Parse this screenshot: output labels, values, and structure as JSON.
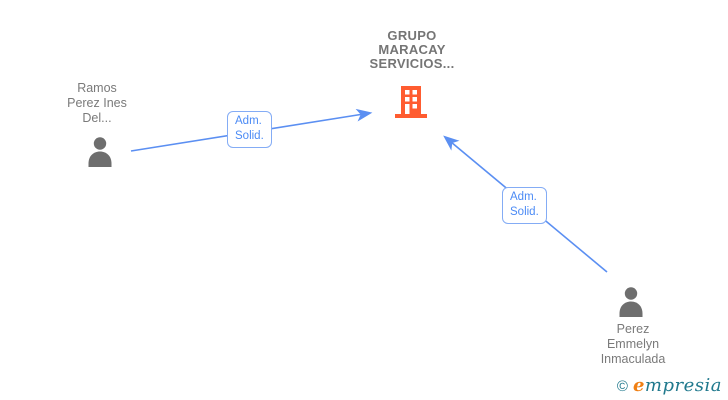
{
  "diagram": {
    "company": {
      "name": "GRUPO\nMARACAY\nSERVICIOS...",
      "icon": "building-icon"
    },
    "persons": [
      {
        "name": "Ramos\nPerez Ines\nDel...",
        "icon": "person-icon"
      },
      {
        "name": "Perez\nEmmelyn\nInmaculada",
        "icon": "person-icon"
      }
    ],
    "edges": [
      {
        "label": "Adm.\nSolid.",
        "from": "Ramos Perez Ines Del...",
        "to": "GRUPO MARACAY SERVICIOS...",
        "direction": "arrow-into-company"
      },
      {
        "label": "Adm.\nSolid.",
        "from": "Perez Emmelyn Inmaculada",
        "to": "GRUPO MARACAY SERVICIOS...",
        "direction": "arrow-into-company"
      }
    ],
    "colors": {
      "edge": "#5b8ff2",
      "edge_label_text": "#4c8bf5",
      "edge_label_border": "#84acf5",
      "building": "#ff5c30",
      "person": "#6e6e6e",
      "node_text": "#757575"
    }
  },
  "watermark": {
    "copyright": "©",
    "brand_first_letter": "e",
    "brand_rest": "mpresia",
    "color_teal": "#20798d",
    "color_orange": "#f07f13"
  }
}
